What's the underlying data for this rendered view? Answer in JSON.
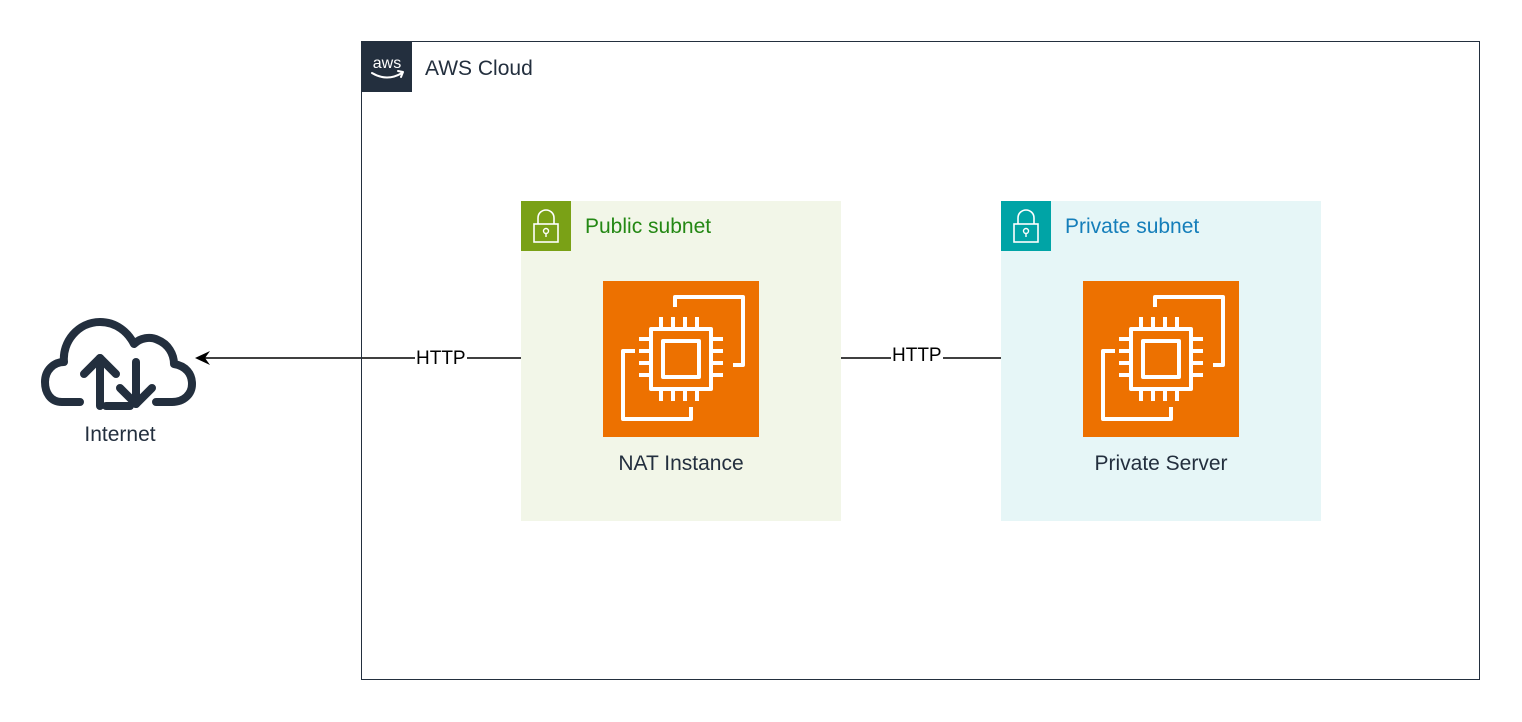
{
  "cloud": {
    "title": "AWS Cloud",
    "logo_text": "aws",
    "border_color": "#232f3e"
  },
  "internet": {
    "label": "Internet",
    "icon": "cloud-upload-download-icon"
  },
  "public_subnet": {
    "title": "Public subnet",
    "accent": "#7aa116",
    "background": "#f2f6e8",
    "icon": "lock-icon",
    "instance": {
      "label": "NAT Instance",
      "icon": "ec2-instance-icon",
      "color": "#ed7100"
    }
  },
  "private_subnet": {
    "title": "Private subnet",
    "accent": "#00a4a6",
    "background": "#e6f6f7",
    "icon": "lock-icon",
    "instance": {
      "label": "Private Server",
      "icon": "ec2-instance-icon",
      "color": "#ed7100"
    }
  },
  "edges": [
    {
      "from": "NAT Instance",
      "to": "Internet",
      "label": "HTTP"
    },
    {
      "from": "Private Server",
      "to": "NAT Instance",
      "label": "HTTP"
    }
  ]
}
